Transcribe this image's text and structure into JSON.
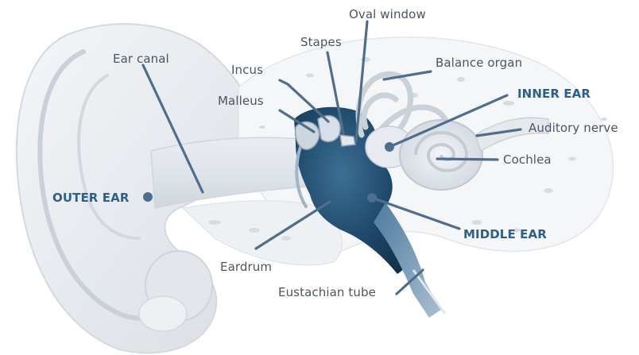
{
  "diagram": {
    "labels": {
      "oval_window": "Oval window",
      "stapes": "Stapes",
      "balance_organ": "Balance organ",
      "ear_canal": "Ear canal",
      "incus": "Incus",
      "inner_ear": "INNER EAR",
      "malleus": "Malleus",
      "auditory_nerve": "Auditory nerve",
      "cochlea": "Cochlea",
      "outer_ear": "OUTER EAR",
      "middle_ear": "MIDDLE EAR",
      "eardrum": "Eardrum",
      "eustachian_tube": "Eustachian tube"
    },
    "colors": {
      "leader_line": "#4f6e8c",
      "region_label": "#2e5f86",
      "part_label": "#4a5560",
      "middle_ear_fill": "#1f4a6b",
      "ear_tissue": "#e6eaef"
    }
  }
}
